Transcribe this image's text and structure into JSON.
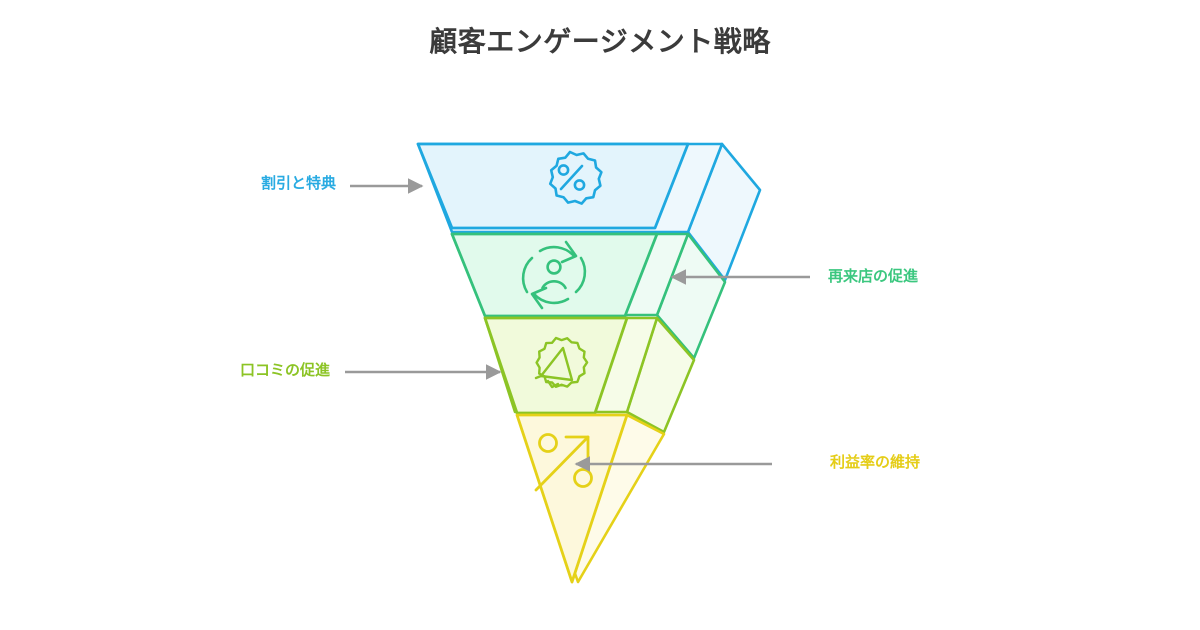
{
  "header": {
    "title": "顧客エンゲージメント戦略"
  },
  "colors": {
    "title": "#3b3b3b",
    "arrow": "#9a9a9a",
    "background": "#ffffff",
    "layer1_stroke": "#1fa8e0",
    "layer1_fill": "#e3f4fc",
    "layer1_side": "#eef8fd",
    "layer2_stroke": "#35c17c",
    "layer2_fill": "#e1faec",
    "layer2_side": "#eefbf4",
    "layer3_stroke": "#8cc425",
    "layer3_fill": "#f1fadb",
    "layer3_side": "#f6fce8",
    "layer4_stroke": "#e5d118",
    "layer4_fill": "#fdf8dc",
    "layer4_side": "#fefbe9"
  },
  "chart_data": {
    "type": "funnel",
    "title": "顧客エンゲージメント戦略",
    "orientation": "inverted-pyramid",
    "levels": [
      {
        "index": 1,
        "label": "割引と特典",
        "icon": "discount-badge-icon",
        "color": "#1fa8e0",
        "fill": "#e3f4fc",
        "label_side": "left"
      },
      {
        "index": 2,
        "label": "再来店の促進",
        "icon": "returning-customer-icon",
        "color": "#35c17c",
        "fill": "#e1faec",
        "label_side": "right"
      },
      {
        "index": 3,
        "label": "口コミの促進",
        "icon": "megaphone-badge-icon",
        "color": "#8cc425",
        "fill": "#f1fadb",
        "label_side": "left"
      },
      {
        "index": 4,
        "label": "利益率の維持",
        "icon": "trending-up-icon",
        "color": "#e5d118",
        "fill": "#fdf8dc",
        "label_side": "right"
      }
    ]
  },
  "labels": {
    "level1": "割引と特典",
    "level2": "再来店の促進",
    "level3": "口コミの促進",
    "level4": "利益率の維持"
  }
}
